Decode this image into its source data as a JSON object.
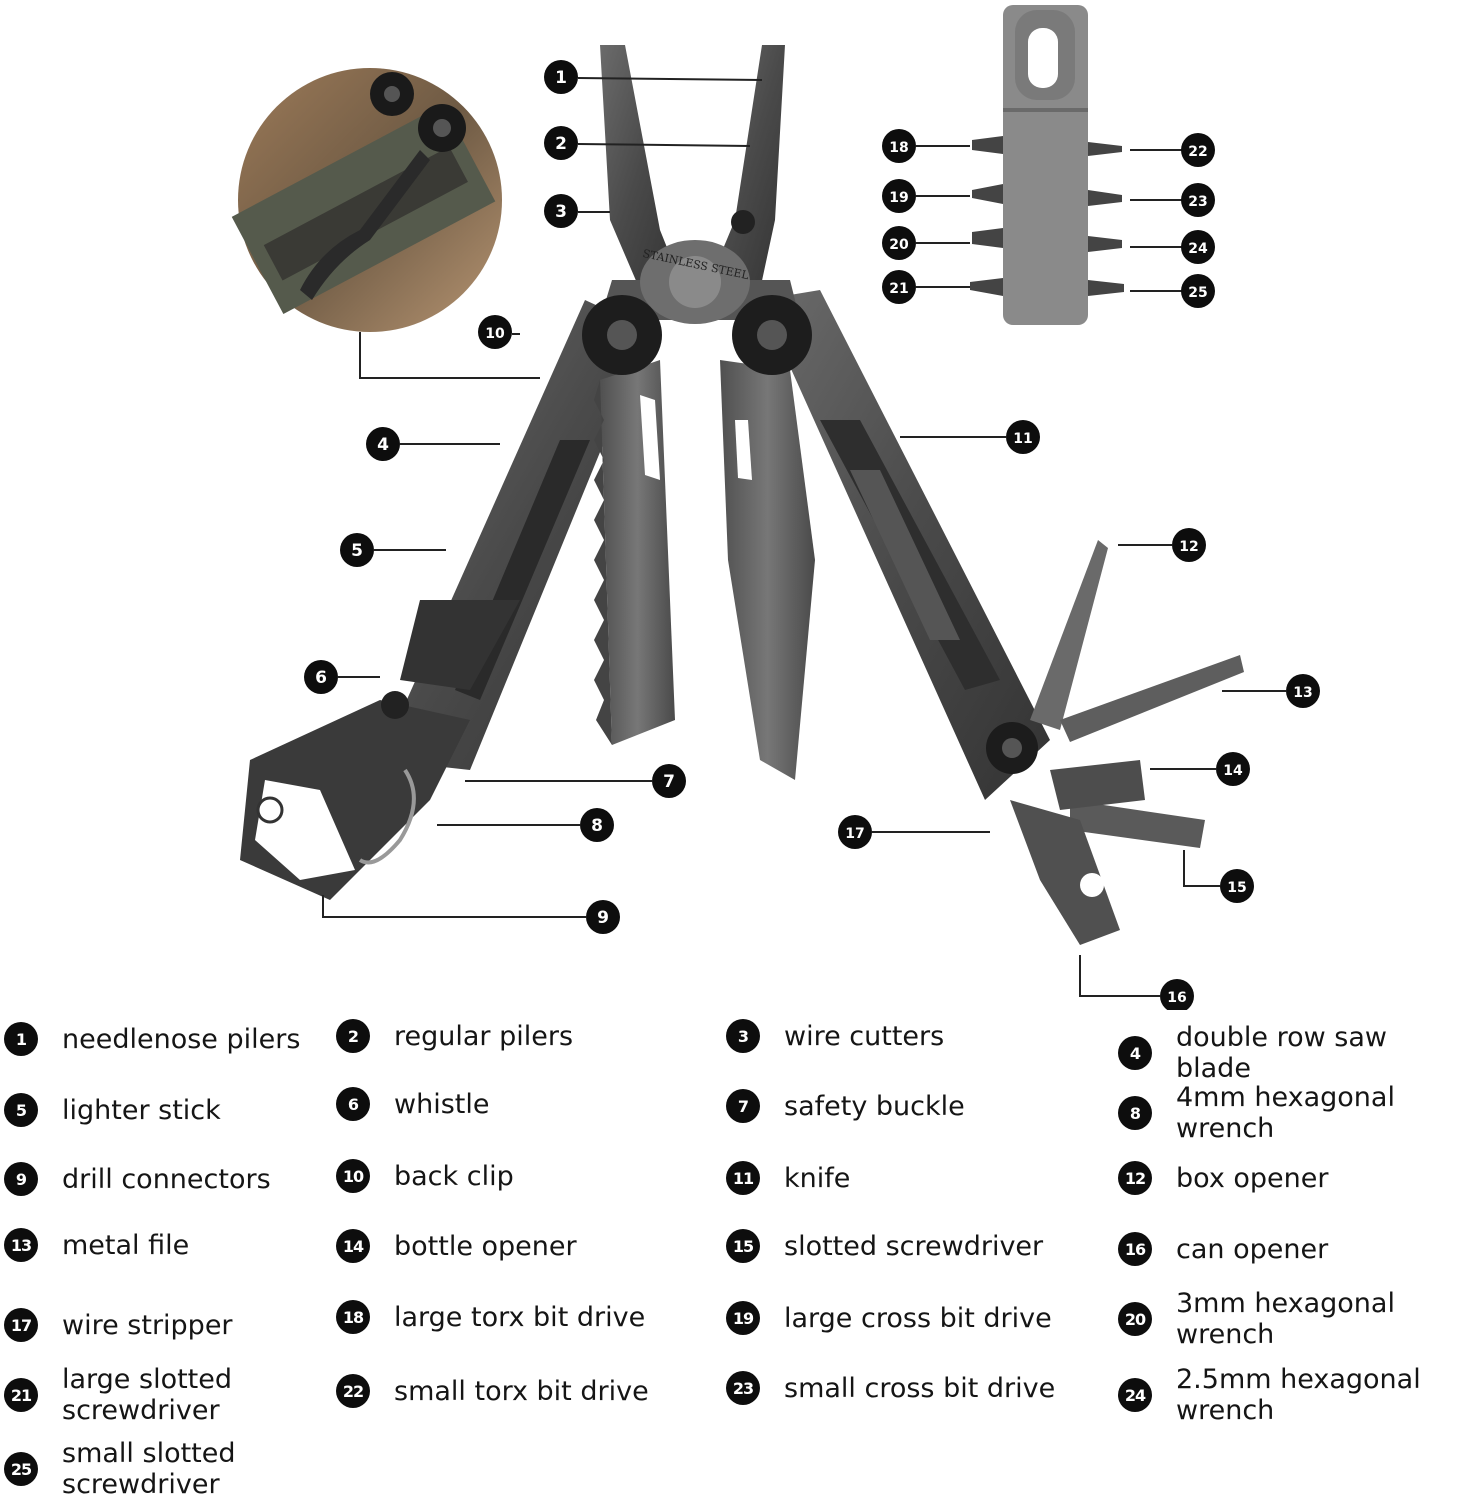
{
  "colors": {
    "steel_dark": "#3e3e3e",
    "steel_mid": "#5a5a5a",
    "steel_light": "#7d7d7d",
    "bit_holder": "#8a8a8a",
    "callout_bg": "#0d0d0d",
    "leader_line": "#222222"
  },
  "diagram": {
    "stamp_text": "STAINLESS STEEL",
    "callouts": [
      "1",
      "2",
      "3",
      "4",
      "5",
      "6",
      "7",
      "8",
      "9",
      "10",
      "11",
      "12",
      "13",
      "14",
      "15",
      "16",
      "17",
      "18",
      "19",
      "20",
      "21",
      "22",
      "23",
      "24",
      "25"
    ]
  },
  "legend": [
    {
      "num": "1",
      "label": "needlenose pilers"
    },
    {
      "num": "2",
      "label": "regular pilers"
    },
    {
      "num": "3",
      "label": "wire cutters"
    },
    {
      "num": "4",
      "label": "double row saw blade"
    },
    {
      "num": "5",
      "label": "lighter stick"
    },
    {
      "num": "6",
      "label": "whistle"
    },
    {
      "num": "7",
      "label": "safety buckle"
    },
    {
      "num": "8",
      "label": "4mm hexagonal\nwrench"
    },
    {
      "num": "9",
      "label": "drill connectors"
    },
    {
      "num": "10",
      "label": "back clip"
    },
    {
      "num": "11",
      "label": "knife"
    },
    {
      "num": "12",
      "label": "box opener"
    },
    {
      "num": "13",
      "label": "metal file"
    },
    {
      "num": "14",
      "label": "bottle opener"
    },
    {
      "num": "15",
      "label": "slotted screwdriver"
    },
    {
      "num": "16",
      "label": "can opener"
    },
    {
      "num": "17",
      "label": "wire stripper"
    },
    {
      "num": "18",
      "label": "large torx  bit drive"
    },
    {
      "num": "19",
      "label": "large cross  bit drive"
    },
    {
      "num": "20",
      "label": "3mm hexagonal\nwrench"
    },
    {
      "num": "21",
      "label": "large slotted\nscrewdriver"
    },
    {
      "num": "22",
      "label": "small torx  bit drive"
    },
    {
      "num": "23",
      "label": "small cross  bit drive"
    },
    {
      "num": "24",
      "label": "2.5mm hexagonal\nwrench"
    },
    {
      "num": "25",
      "label": "small slotted\nscrewdriver"
    }
  ]
}
